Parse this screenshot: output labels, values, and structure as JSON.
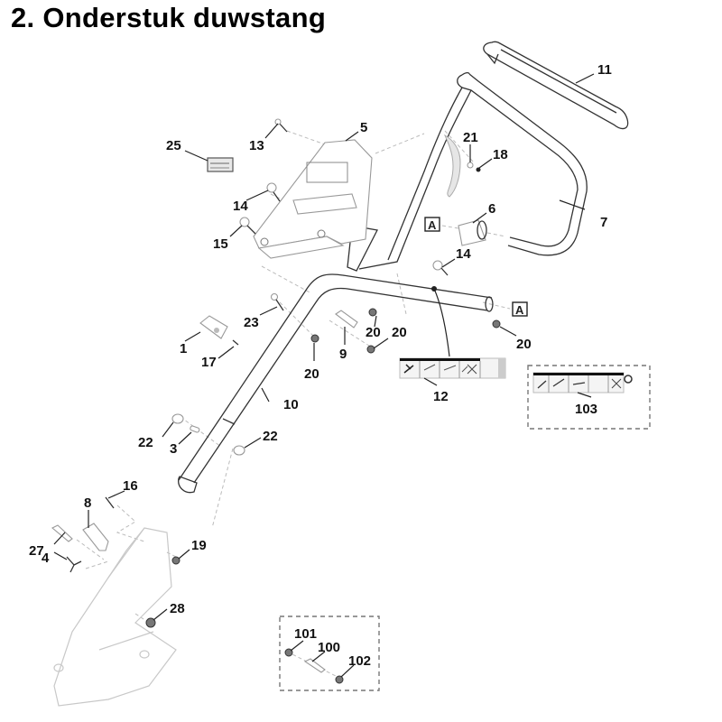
{
  "title": "2. Onderstuk duwstang",
  "diagram": {
    "type": "exploded-parts-diagram",
    "reference_marker": "A",
    "callouts": [
      {
        "id": "c1",
        "label": "1"
      },
      {
        "id": "c3",
        "label": "3"
      },
      {
        "id": "c4",
        "label": "4"
      },
      {
        "id": "c5",
        "label": "5"
      },
      {
        "id": "c6",
        "label": "6"
      },
      {
        "id": "c7",
        "label": "7"
      },
      {
        "id": "c8",
        "label": "8"
      },
      {
        "id": "c9",
        "label": "9"
      },
      {
        "id": "c10",
        "label": "10"
      },
      {
        "id": "c11",
        "label": "11"
      },
      {
        "id": "c12",
        "label": "12"
      },
      {
        "id": "c13",
        "label": "13"
      },
      {
        "id": "c14a",
        "label": "14"
      },
      {
        "id": "c14b",
        "label": "14"
      },
      {
        "id": "c15",
        "label": "15"
      },
      {
        "id": "c16",
        "label": "16"
      },
      {
        "id": "c17",
        "label": "17"
      },
      {
        "id": "c18",
        "label": "18"
      },
      {
        "id": "c19",
        "label": "19"
      },
      {
        "id": "c20a",
        "label": "20"
      },
      {
        "id": "c20b",
        "label": "20"
      },
      {
        "id": "c20c",
        "label": "20"
      },
      {
        "id": "c20d",
        "label": "20"
      },
      {
        "id": "c21",
        "label": "21"
      },
      {
        "id": "c22a",
        "label": "22"
      },
      {
        "id": "c22b",
        "label": "22"
      },
      {
        "id": "c23",
        "label": "23"
      },
      {
        "id": "c25",
        "label": "25"
      },
      {
        "id": "c27",
        "label": "27"
      },
      {
        "id": "c28",
        "label": "28"
      },
      {
        "id": "c100",
        "label": "100"
      },
      {
        "id": "c101",
        "label": "101"
      },
      {
        "id": "c102",
        "label": "102"
      },
      {
        "id": "c103",
        "label": "103"
      }
    ]
  }
}
